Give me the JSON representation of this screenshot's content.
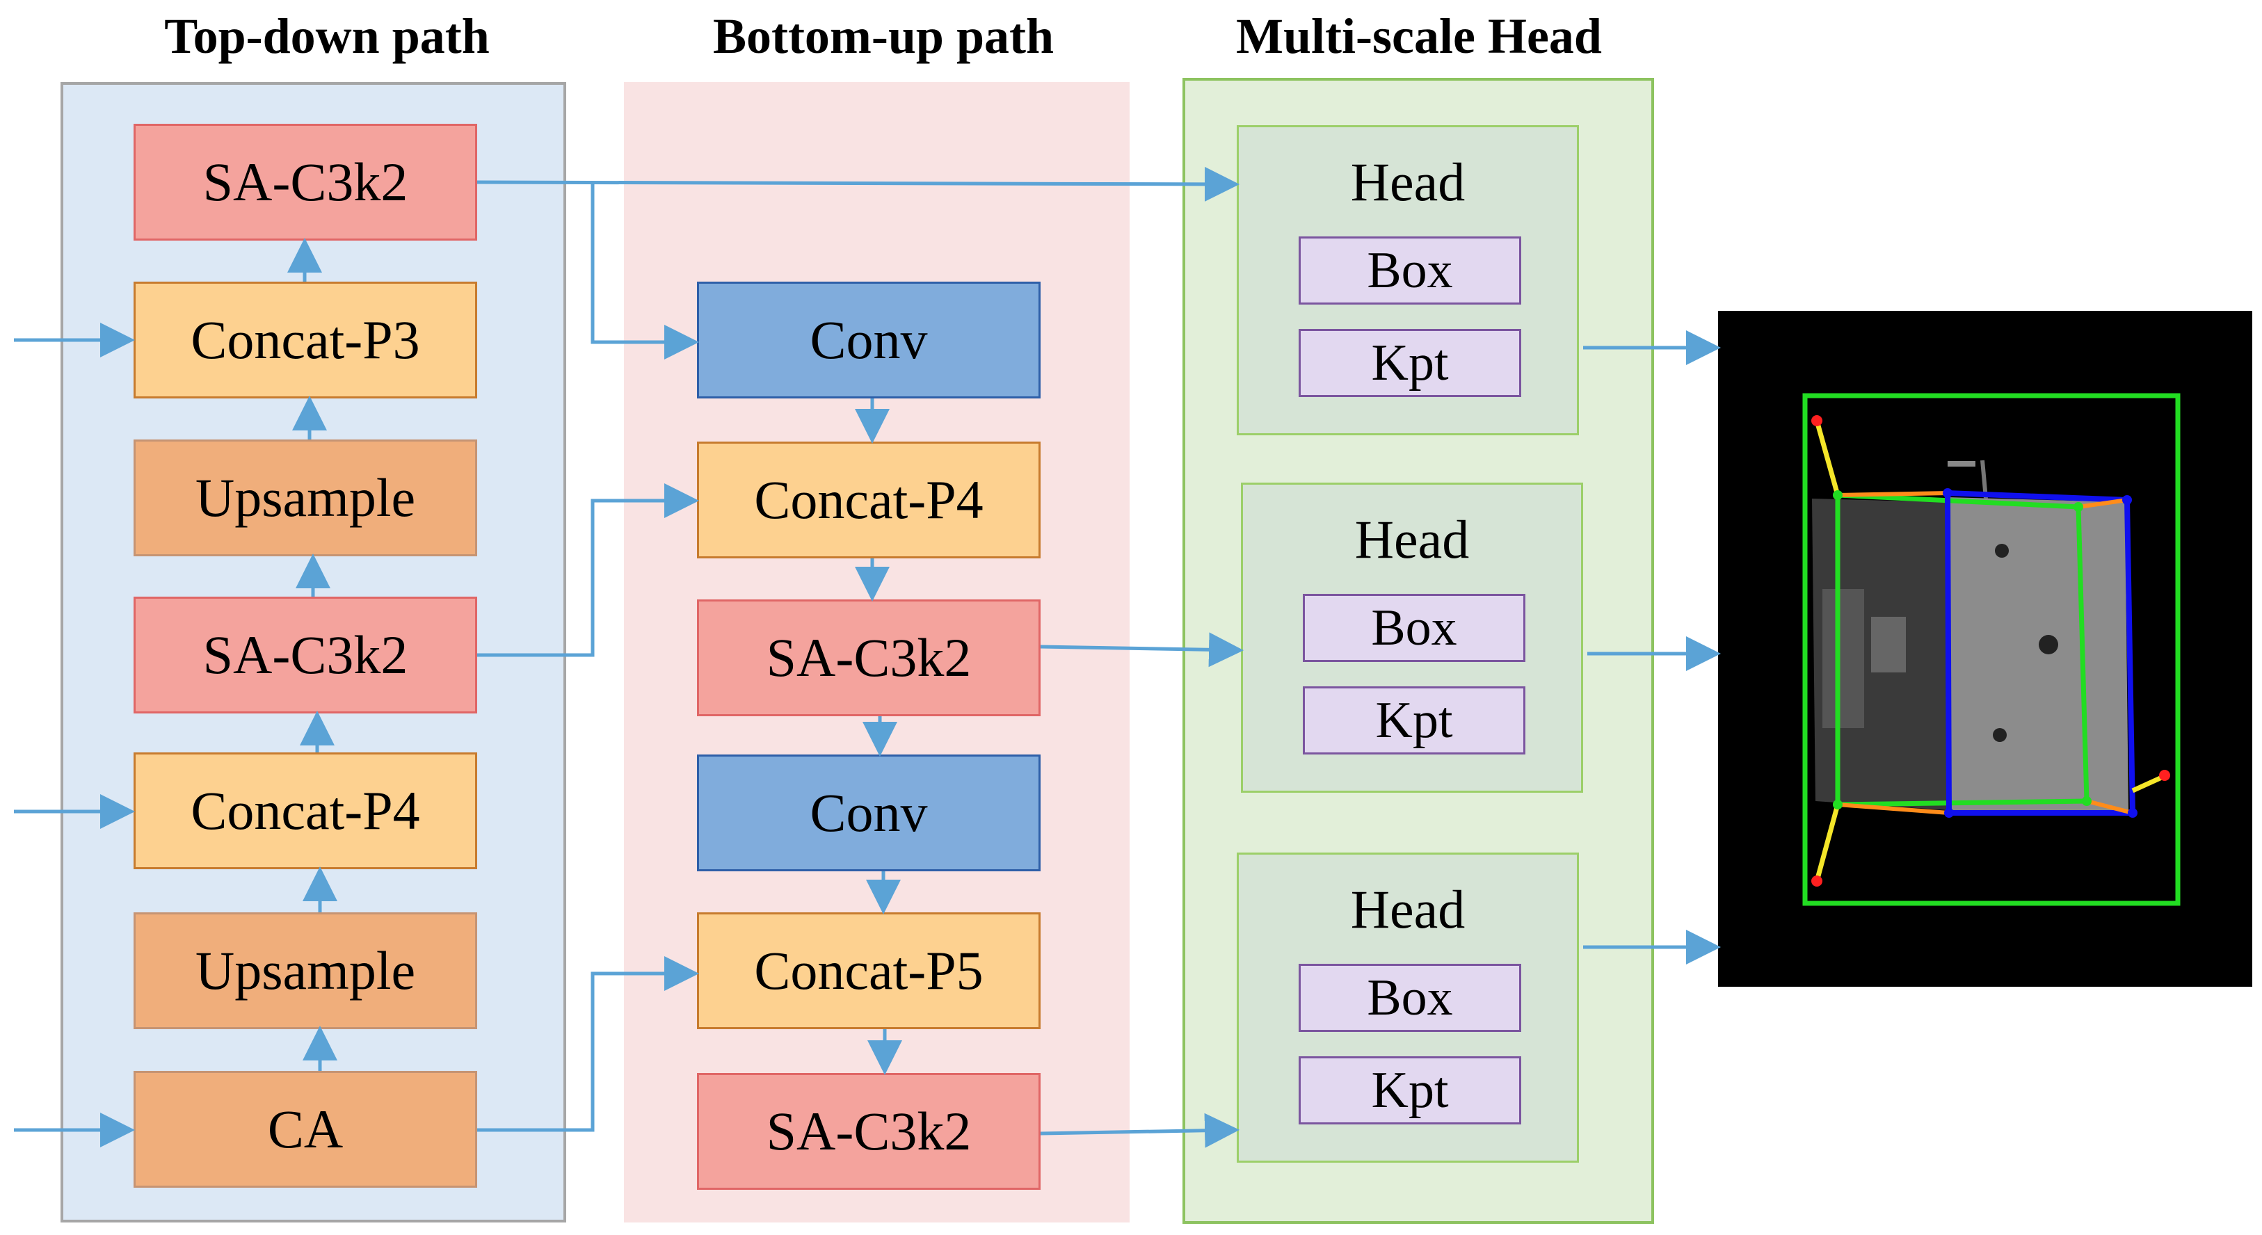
{
  "titles": {
    "top_down": "Top-down path",
    "bottom_up": "Bottom-up path",
    "head": "Multi-scale Head"
  },
  "top_down": {
    "sa_c3k2_top": "SA-C3k2",
    "concat_p3": "Concat-P3",
    "upsample_1": "Upsample",
    "sa_c3k2_mid": "SA-C3k2",
    "concat_p4": "Concat-P4",
    "upsample_2": "Upsample",
    "ca": "CA"
  },
  "bottom_up": {
    "conv_1": "Conv",
    "concat_p4": "Concat-P4",
    "sa_c3k2_1": "SA-C3k2",
    "conv_2": "Conv",
    "concat_p5": "Concat-P5",
    "sa_c3k2_2": "SA-C3k2"
  },
  "heads": [
    {
      "label": "Head",
      "box": "Box",
      "kpt": "Kpt"
    },
    {
      "label": "Head",
      "box": "Box",
      "kpt": "Kpt"
    },
    {
      "label": "Head",
      "box": "Box",
      "kpt": "Kpt"
    }
  ],
  "colors": {
    "arrow": "#5ba3d6",
    "top_down_panel": "#dce8f5",
    "bottom_up_panel": "#f9e3e3",
    "head_panel": "#e2efd9",
    "bbox_green": "#22dd22",
    "box_blue": "#1010ee"
  }
}
